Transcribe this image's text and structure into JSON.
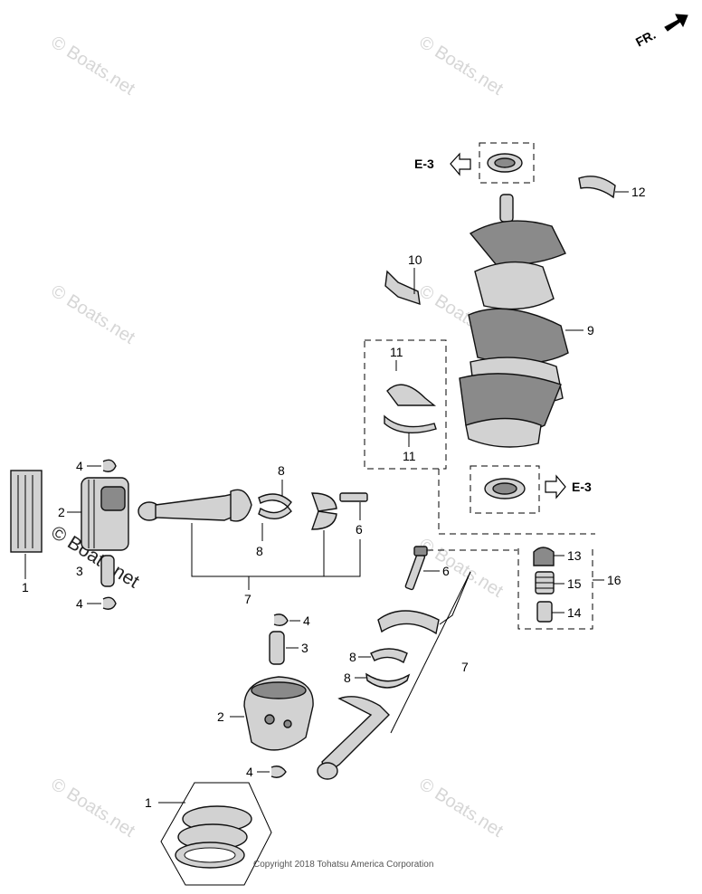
{
  "direction_label": "FR.",
  "ref_label": "E-3",
  "copyright": "Copyright 2018 Tohatsu America Corporation",
  "watermark": "© Boats.net",
  "callouts": {
    "piston_rings": "1",
    "piston": "2",
    "piston_pin": "3",
    "pin_clip": "4",
    "conrod_bolt": "6",
    "conrod_assembly": "7",
    "conrod_bearing": "8",
    "crankshaft": "9",
    "main_bearing": "10",
    "thrust_bearing": "11",
    "upper_bearing": "12",
    "valve_cap": "13",
    "valve_body": "14",
    "spring": "15",
    "relief_valve_kit": "16"
  }
}
